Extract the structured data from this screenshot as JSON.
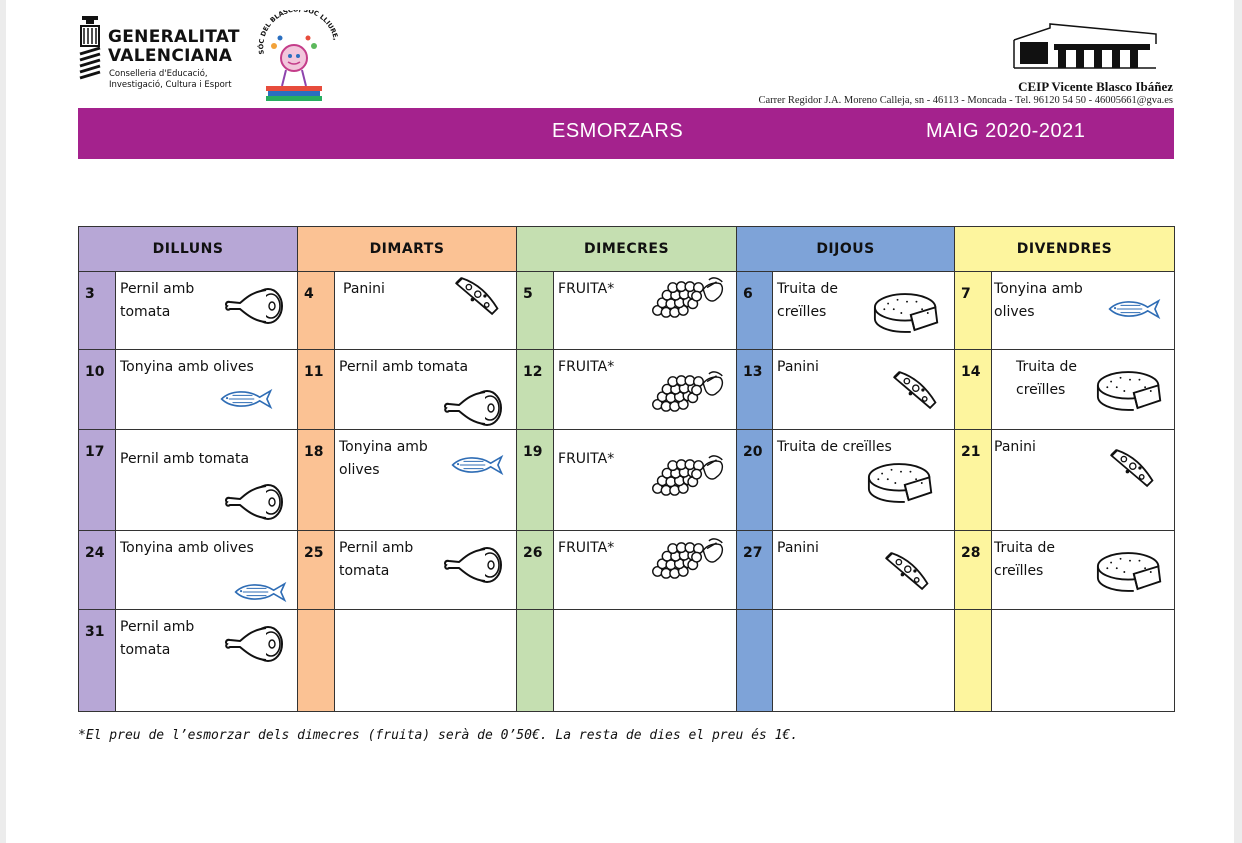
{
  "header": {
    "gv_name_line1": "GENERALITAT",
    "gv_name_line2": "VALENCIANA",
    "gv_dept_line1": "Conselleria d'Educació,",
    "gv_dept_line2": "Investigació, Cultura i Esport",
    "school_logo_text": "SÓC DEL BLASCO, SÓC LLIURE, SÓC LLIURE",
    "school_name": "CEIP Vicente Blasco Ibáñez",
    "school_address": "Carrer Regidor J.A. Moreno Calleja, sn -  46113 - Moncada - Tel. 96120 54 50 - 46005661@gva.es"
  },
  "banner": {
    "title": "ESMORZARS",
    "month": "MAIG 2020-2021",
    "color": "#a4228d"
  },
  "days": [
    {
      "label": "DILLUNS",
      "color": "#b7a7d6"
    },
    {
      "label": "DIMARTS",
      "color": "#fbc294"
    },
    {
      "label": "DIMECRES",
      "color": "#c5dfb1"
    },
    {
      "label": "DIJOUS",
      "color": "#7ea3d8"
    },
    {
      "label": "DIVENDRES",
      "color": "#fdf59e"
    }
  ],
  "weeks": [
    [
      {
        "day": "3",
        "line1": "Pernil amb",
        "line2": "tomata",
        "icon": "ham-icon"
      },
      {
        "day": "4",
        "line1": "Panini",
        "line2": "",
        "icon": "pizza-slice-icon"
      },
      {
        "day": "5",
        "line1": "FRUITA*",
        "line2": "",
        "icon": "grapes-icon"
      },
      {
        "day": "6",
        "line1": "Truita de",
        "line2": "creïlles",
        "icon": "omelette-icon"
      },
      {
        "day": "7",
        "line1": "Tonyina amb",
        "line2": "olives",
        "icon": "fish-icon"
      }
    ],
    [
      {
        "day": "10",
        "line1": "Tonyina amb olives",
        "line2": "",
        "icon": "fish-icon"
      },
      {
        "day": "11",
        "line1": "Pernil amb tomata",
        "line2": "",
        "icon": "ham-icon"
      },
      {
        "day": "12",
        "line1": "FRUITA*",
        "line2": "",
        "icon": "grapes-icon"
      },
      {
        "day": "13",
        "line1": "Panini",
        "line2": "",
        "icon": "pizza-slice-icon"
      },
      {
        "day": "14",
        "line1": "Truita de",
        "line2": "creïlles",
        "icon": "omelette-icon"
      }
    ],
    [
      {
        "day": "17",
        "line1": "",
        "line2": "Pernil amb tomata",
        "icon": "ham-icon"
      },
      {
        "day": "18",
        "line1": "Tonyina amb",
        "line2": "olives",
        "icon": "fish-icon"
      },
      {
        "day": "19",
        "line1": "",
        "line2": "FRUITA*",
        "icon": "grapes-icon"
      },
      {
        "day": "20",
        "line1": "Truita de creïlles",
        "line2": "",
        "icon": "omelette-icon"
      },
      {
        "day": "21",
        "line1": "Panini",
        "line2": "",
        "icon": "pizza-slice-icon"
      }
    ],
    [
      {
        "day": "24",
        "line1": "Tonyina amb olives",
        "line2": "",
        "icon": "fish-icon"
      },
      {
        "day": "25",
        "line1": "Pernil amb",
        "line2": "tomata",
        "icon": "ham-icon"
      },
      {
        "day": "26",
        "line1": "FRUITA*",
        "line2": "",
        "icon": "grapes-icon"
      },
      {
        "day": "27",
        "line1": "Panini",
        "line2": "",
        "icon": "pizza-slice-icon"
      },
      {
        "day": "28",
        "line1": "Truita de",
        "line2": "creïlles",
        "icon": "omelette-icon"
      }
    ],
    [
      {
        "day": "31",
        "line1": "Pernil amb",
        "line2": "tomata",
        "icon": "ham-icon"
      },
      {
        "day": "",
        "line1": "",
        "line2": "",
        "icon": ""
      },
      {
        "day": "",
        "line1": "",
        "line2": "",
        "icon": ""
      },
      {
        "day": "",
        "line1": "",
        "line2": "",
        "icon": ""
      },
      {
        "day": "",
        "line1": "",
        "line2": "",
        "icon": ""
      }
    ]
  ],
  "footnote": "*El preu de l’esmorzar dels dimecres (fruita) serà de 0’50€. La resta de dies el preu és 1€."
}
